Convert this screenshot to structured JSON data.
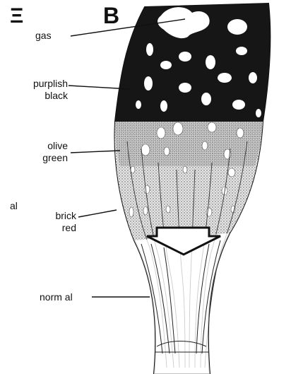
{
  "panel_labels": {
    "left_fragment": "Ξ",
    "letter": "B"
  },
  "labels": {
    "gas": "gas",
    "purplish_black": [
      "purplish",
      "black"
    ],
    "olive_green": [
      "olive",
      "green"
    ],
    "left_fragment": "al",
    "brick_red": [
      "brick",
      "red"
    ],
    "normal": "norm al"
  },
  "zones": [
    {
      "name": "purplish black",
      "color": "#161616"
    },
    {
      "name": "olive green",
      "color": "#c8c8c8"
    },
    {
      "name": "brick red",
      "color": "#dadada"
    },
    {
      "name": "normal",
      "color": "#ffffff"
    }
  ],
  "arrow": {
    "direction": "down"
  }
}
